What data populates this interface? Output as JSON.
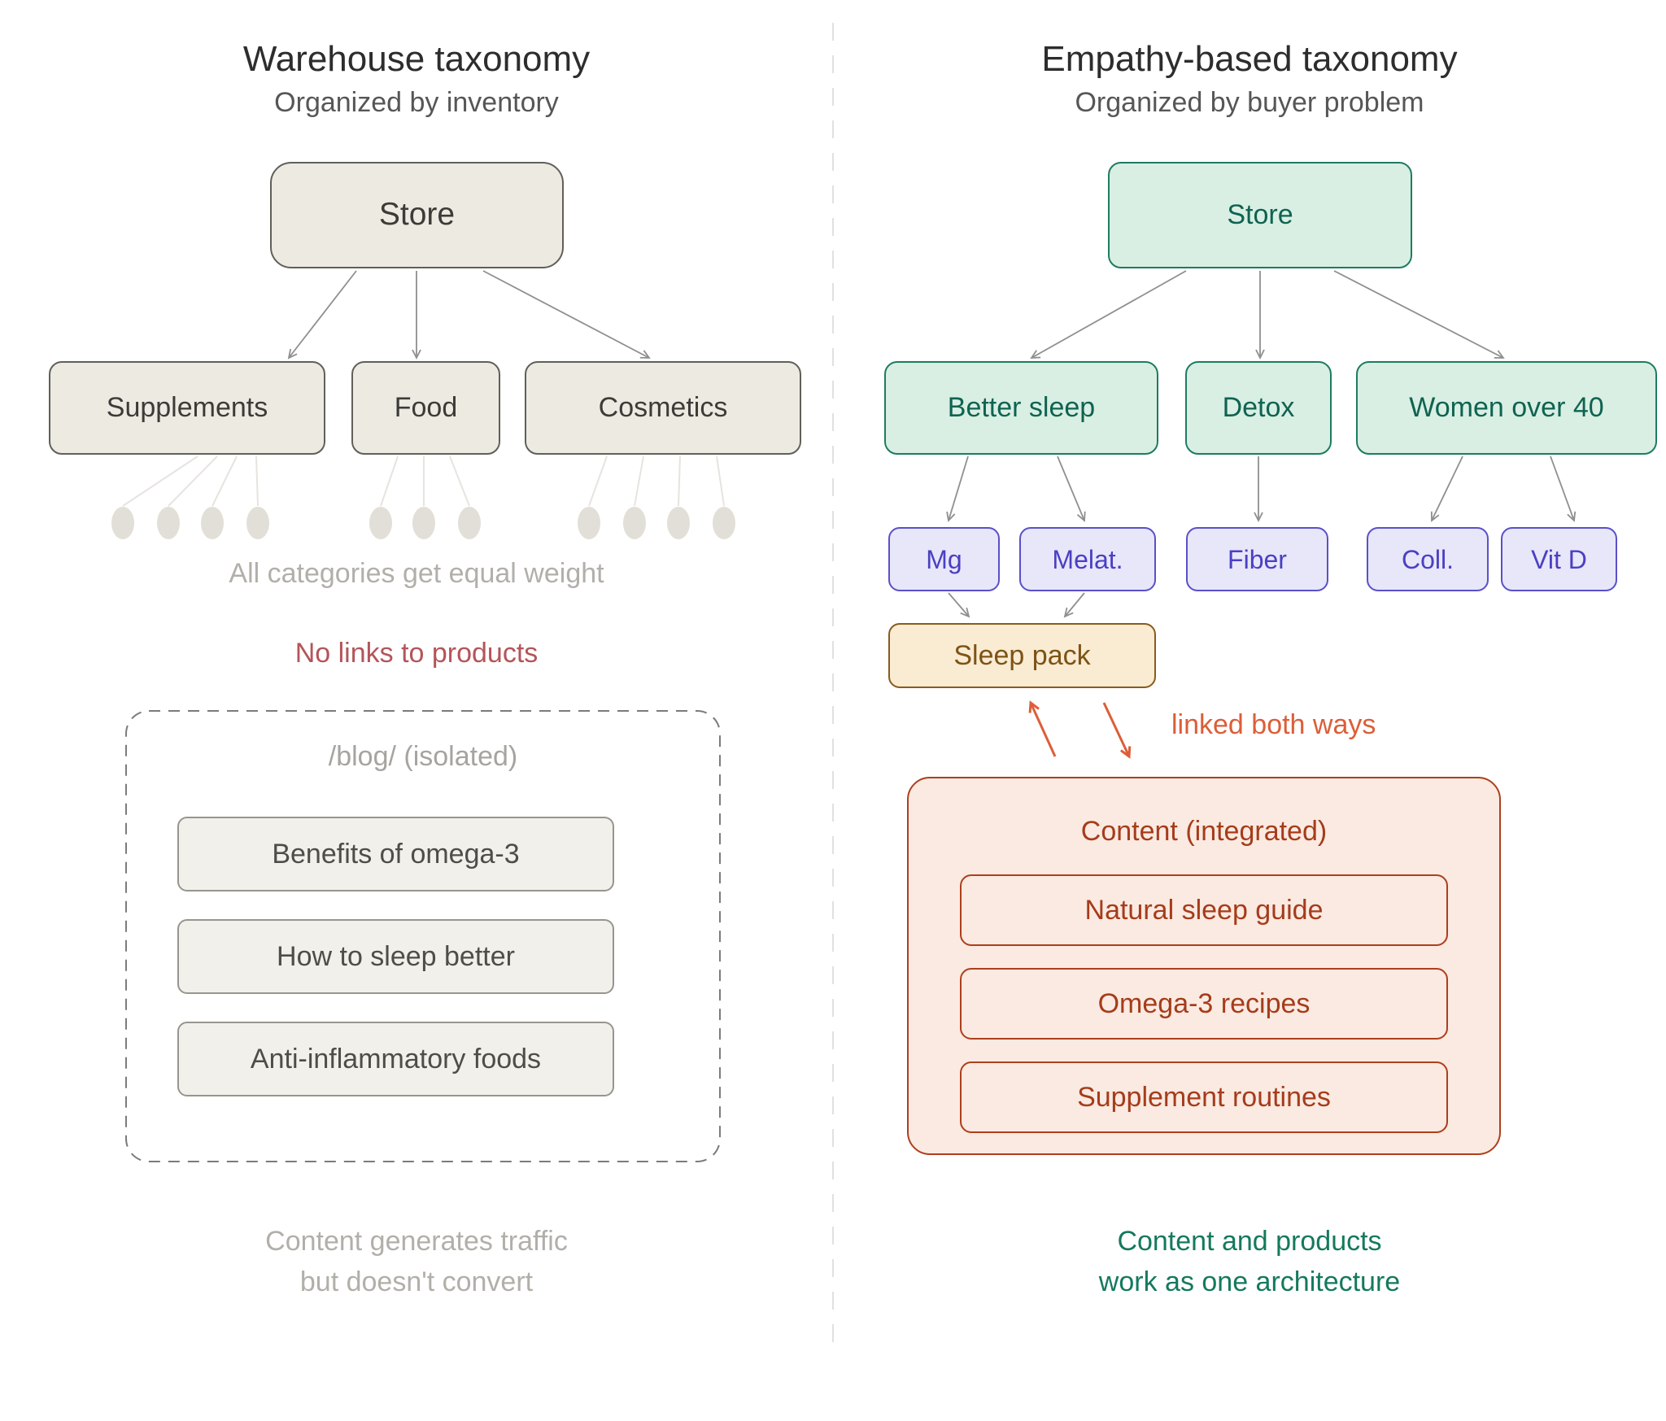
{
  "left": {
    "title": "Warehouse taxonomy",
    "subtitle": "Organized by inventory",
    "root": "Store",
    "children": [
      "Supplements",
      "Food",
      "Cosmetics"
    ],
    "dot_counts": [
      4,
      3,
      4
    ],
    "caption_equal_weight": "All categories get equal weight",
    "caption_no_links": "No links to products",
    "blog_label": "/blog/ (isolated)",
    "blog_posts": [
      "Benefits of omega-3",
      "How to sleep better",
      "Anti-inflammatory foods"
    ],
    "footer_line1": "Content generates traffic",
    "footer_line2": "but doesn't convert"
  },
  "right": {
    "title": "Empathy-based taxonomy",
    "subtitle": "Organized by buyer problem",
    "root": "Store",
    "children": [
      "Better sleep",
      "Detox",
      "Women over 40"
    ],
    "products": [
      "Mg",
      "Melat.",
      "Fiber",
      "Coll.",
      "Vit D"
    ],
    "bundle": "Sleep pack",
    "linked_label": "linked both ways",
    "content_title": "Content (integrated)",
    "content_items": [
      "Natural sleep guide",
      "Omega-3 recipes",
      "Supplement routines"
    ],
    "footer_line1": "Content and products",
    "footer_line2": "work as one architecture"
  },
  "colors": {
    "left_box_fill": "#edeae2",
    "left_box_border": "#605f5a",
    "muted_gray": "#b2afaa",
    "warning_red": "#b4555a",
    "green_fill": "#d9efe4",
    "green_border": "#1e7b61",
    "green_text": "#0f6350",
    "purple_fill": "#e8e6f9",
    "purple_border": "#5a50c9",
    "purple_text": "#4a40c2",
    "bundle_fill": "#f9ecd3",
    "bundle_border": "#8a5a1e",
    "content_fill": "#faeae1",
    "content_border": "#ad3f1d",
    "orange_accent": "#dc5e38",
    "footer_green": "#15795d",
    "connector_gray": "#8f8f8f"
  }
}
